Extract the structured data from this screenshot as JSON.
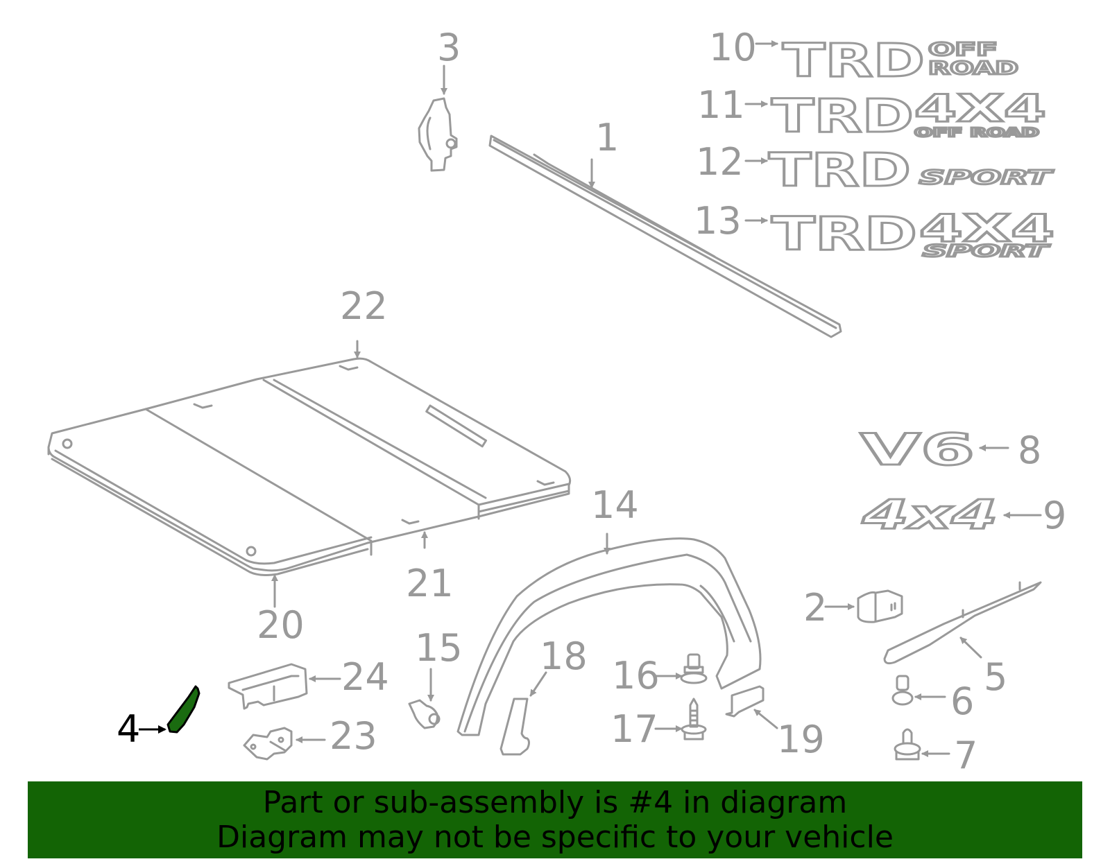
{
  "diagram": {
    "line_color": "#999999",
    "highlight_color": "#1a6b10",
    "highlighted_part": "4",
    "callouts": [
      {
        "id": "1",
        "label": "1"
      },
      {
        "id": "2",
        "label": "2"
      },
      {
        "id": "3",
        "label": "3"
      },
      {
        "id": "4",
        "label": "4"
      },
      {
        "id": "5",
        "label": "5"
      },
      {
        "id": "6",
        "label": "6"
      },
      {
        "id": "7",
        "label": "7"
      },
      {
        "id": "8",
        "label": "8"
      },
      {
        "id": "9",
        "label": "9"
      },
      {
        "id": "10",
        "label": "10"
      },
      {
        "id": "11",
        "label": "11"
      },
      {
        "id": "12",
        "label": "12"
      },
      {
        "id": "13",
        "label": "13"
      },
      {
        "id": "14",
        "label": "14"
      },
      {
        "id": "15",
        "label": "15"
      },
      {
        "id": "16",
        "label": "16"
      },
      {
        "id": "17",
        "label": "17"
      },
      {
        "id": "18",
        "label": "18"
      },
      {
        "id": "19",
        "label": "19"
      },
      {
        "id": "20",
        "label": "20"
      },
      {
        "id": "21",
        "label": "21"
      },
      {
        "id": "22",
        "label": "22"
      },
      {
        "id": "23",
        "label": "23"
      },
      {
        "id": "24",
        "label": "24"
      }
    ],
    "emblems": {
      "trd_off_road": {
        "main": "TRD",
        "sub_top": "OFF",
        "sub_bottom": "ROAD"
      },
      "trd_4x4_off_road": {
        "main": "TRD",
        "suffix": "4X4",
        "sub": "OFF ROAD"
      },
      "trd_sport": {
        "main": "TRD",
        "sub": "SPORT"
      },
      "trd_4x4_sport": {
        "main": "TRD",
        "suffix": "4X4",
        "sub": "SPORT"
      },
      "v6": {
        "text": "V6"
      },
      "four_by_four": {
        "text": "4x4"
      }
    }
  },
  "banner": {
    "background": "#136405",
    "line1": "Part or sub-assembly is #4 in diagram",
    "line2": "Diagram may not be specific to your vehicle"
  }
}
